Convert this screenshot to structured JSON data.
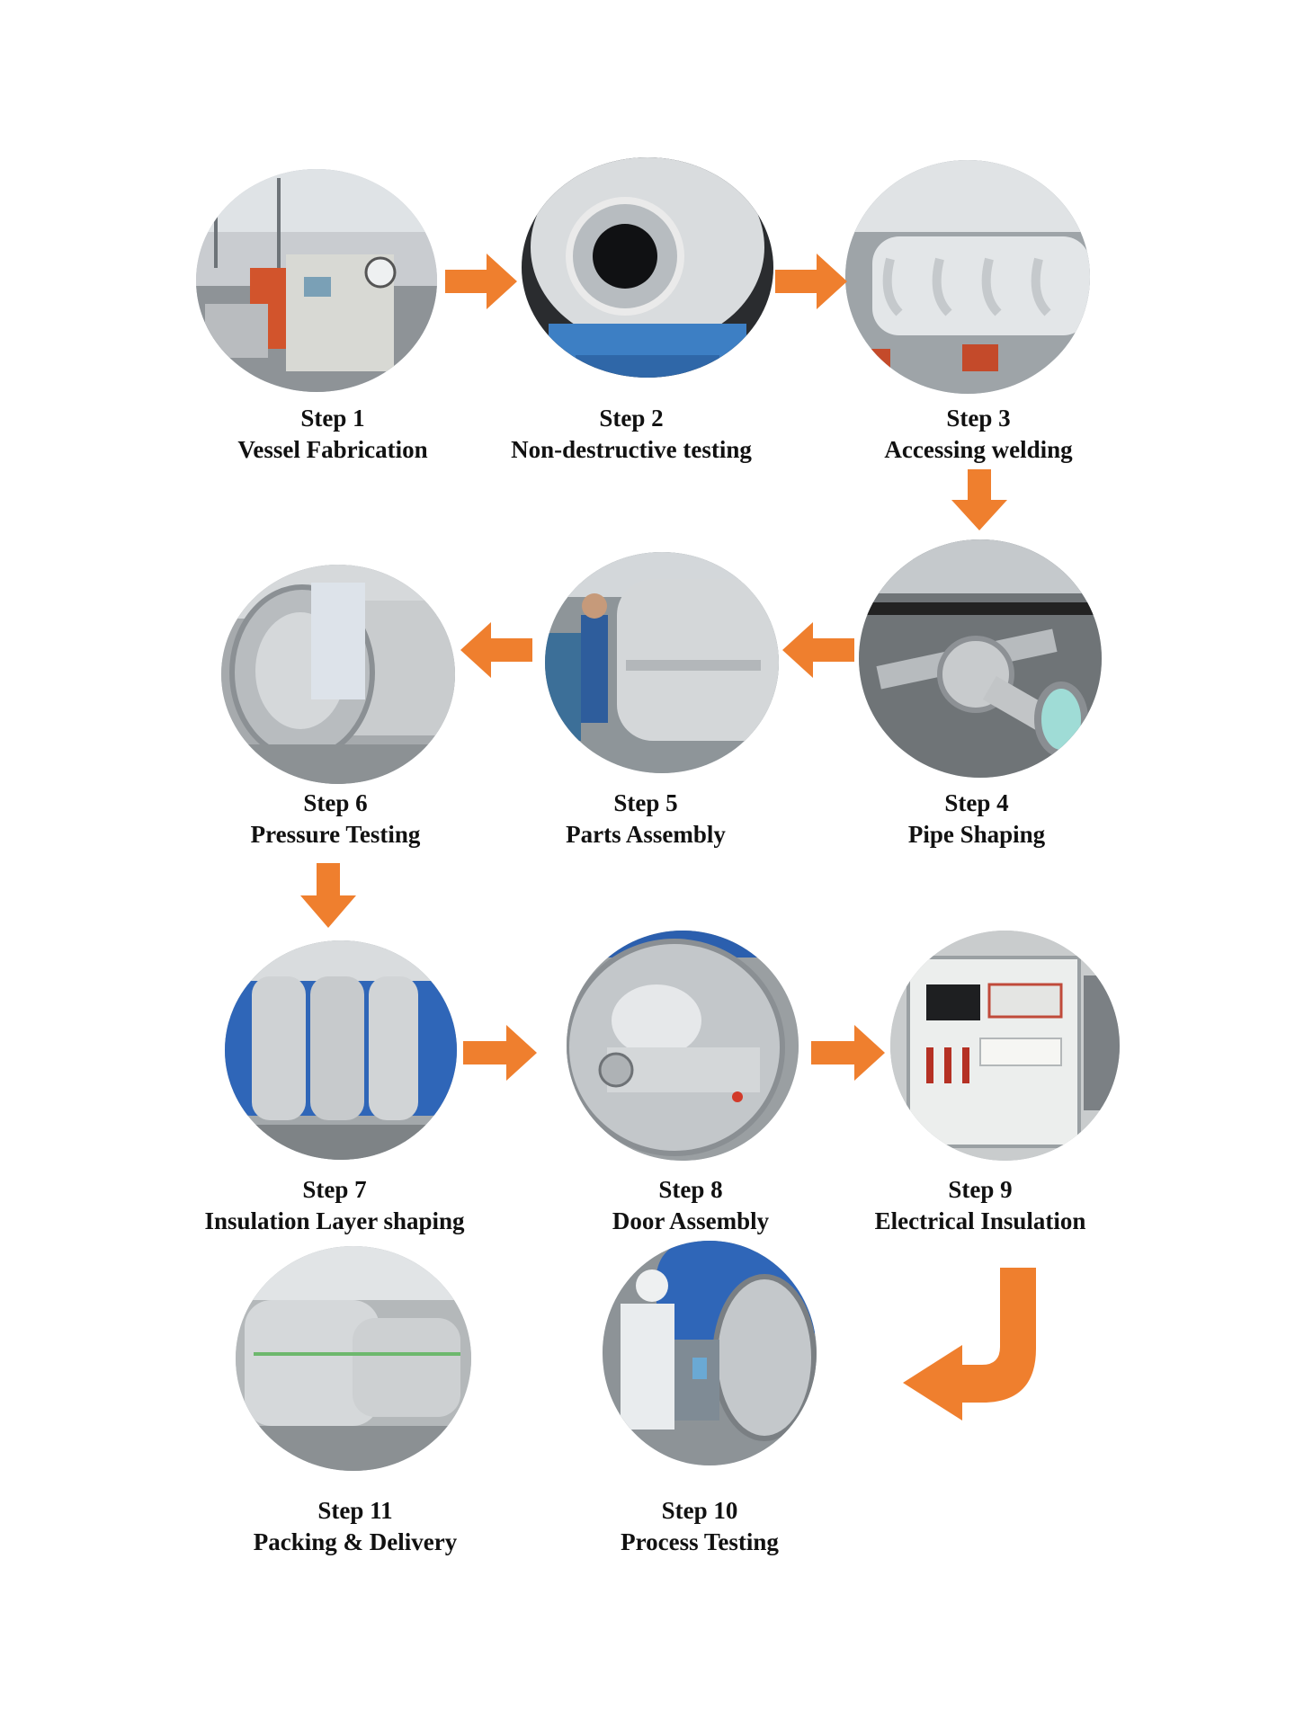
{
  "accent_color": "#ef7f2e",
  "steps": [
    {
      "step": "Step 1",
      "title": "Vessel Fabrication"
    },
    {
      "step": "Step 2",
      "title": "Non-destructive testing"
    },
    {
      "step": "Step 3",
      "title": "Accessing welding"
    },
    {
      "step": "Step 4",
      "title": "Pipe Shaping"
    },
    {
      "step": "Step 5",
      "title": "Parts Assembly"
    },
    {
      "step": "Step 6",
      "title": "Pressure Testing"
    },
    {
      "step": "Step 7",
      "title": "Insulation Layer shaping"
    },
    {
      "step": "Step 8",
      "title": "Door Assembly"
    },
    {
      "step": "Step 9",
      "title": "Electrical Insulation"
    },
    {
      "step": "Step 10",
      "title": "Process Testing"
    },
    {
      "step": "Step 11",
      "title": "Packing & Delivery"
    }
  ]
}
